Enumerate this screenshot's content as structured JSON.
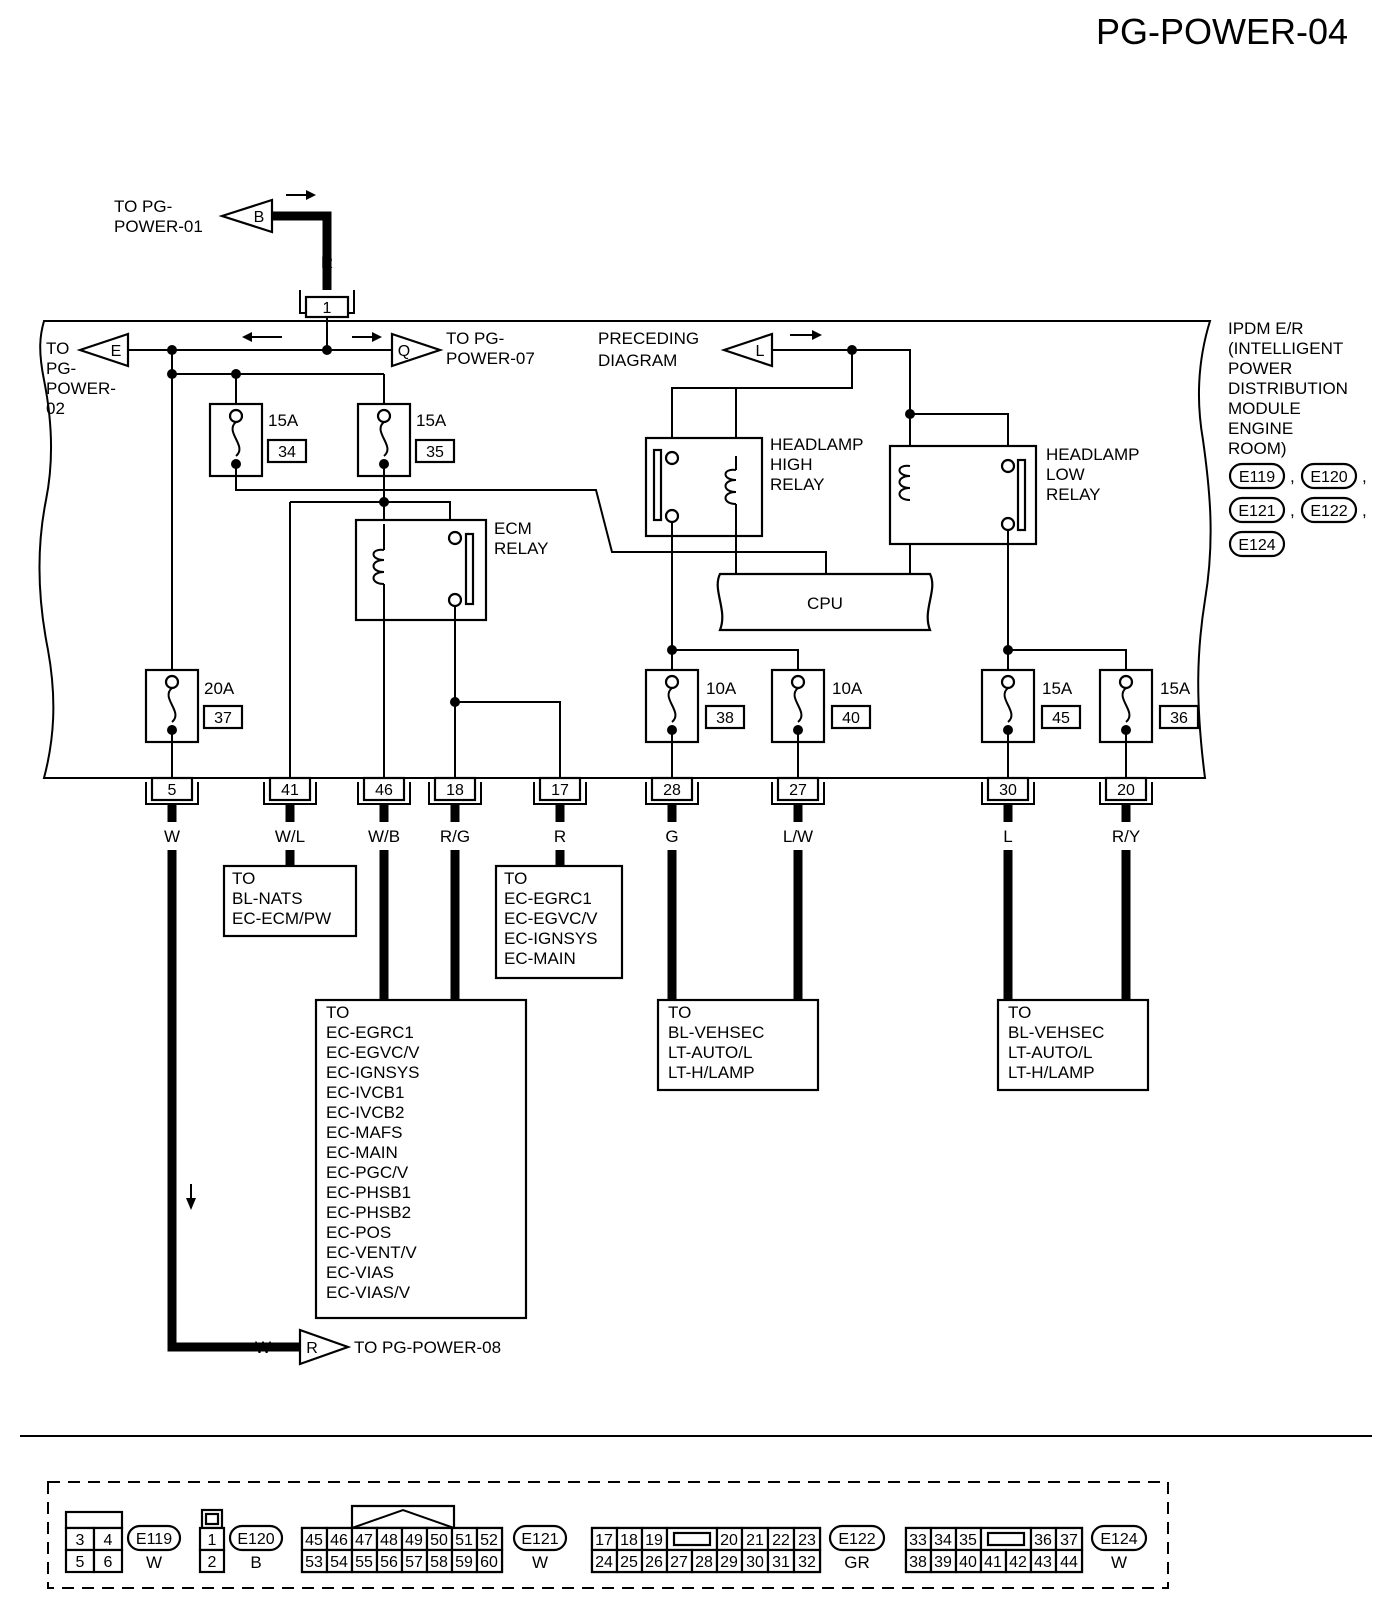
{
  "title": "PG-POWER-04",
  "module": {
    "label_lines": [
      "IPDM E/R",
      "(INTELLIGENT",
      "POWER",
      "DISTRIBUTION",
      "MODULE",
      "ENGINE",
      "ROOM)"
    ],
    "connectors": [
      "E119",
      "E120",
      "E121",
      "E122",
      "E124"
    ]
  },
  "offpage": {
    "B": {
      "letter": "B",
      "text_lines": [
        "TO PG-",
        "POWER-01"
      ]
    },
    "E": {
      "letter": "E",
      "text_lines": [
        "TO",
        "PG-",
        "POWER-",
        "02"
      ]
    },
    "Q": {
      "letter": "Q",
      "text_lines": [
        "TO PG-",
        "POWER-07"
      ]
    },
    "L": {
      "letter": "L",
      "text_lines": [
        "PRECEDING",
        "DIAGRAM"
      ]
    },
    "R": {
      "letter": "R",
      "text": "TO PG-POWER-08",
      "wire": "W"
    }
  },
  "top_wire": {
    "color": "R",
    "terminal": "1"
  },
  "fuses": [
    {
      "amp": "15A",
      "num": "34"
    },
    {
      "amp": "15A",
      "num": "35"
    },
    {
      "amp": "20A",
      "num": "37"
    },
    {
      "amp": "10A",
      "num": "38"
    },
    {
      "amp": "10A",
      "num": "40"
    },
    {
      "amp": "15A",
      "num": "45"
    },
    {
      "amp": "15A",
      "num": "36"
    }
  ],
  "relays": {
    "ecm": [
      "ECM",
      "RELAY"
    ],
    "high": [
      "HEADLAMP",
      "HIGH",
      "RELAY"
    ],
    "low": [
      "HEADLAMP",
      "LOW",
      "RELAY"
    ]
  },
  "cpu": "CPU",
  "terminals": [
    {
      "num": "5",
      "color": "W"
    },
    {
      "num": "41",
      "color": "W/L"
    },
    {
      "num": "46",
      "color": "W/B"
    },
    {
      "num": "18",
      "color": "R/G"
    },
    {
      "num": "17",
      "color": "R"
    },
    {
      "num": "28",
      "color": "G"
    },
    {
      "num": "27",
      "color": "L/W"
    },
    {
      "num": "30",
      "color": "L"
    },
    {
      "num": "20",
      "color": "R/Y"
    }
  ],
  "destinations": {
    "nats": [
      "TO",
      "BL-NATS",
      "EC-ECM/PW"
    ],
    "egrc": [
      "TO",
      "EC-EGRC1",
      "EC-EGVC/V",
      "EC-IGNSYS",
      "EC-MAIN"
    ],
    "big": [
      "TO",
      "EC-EGRC1",
      "EC-EGVC/V",
      "EC-IGNSYS",
      "EC-IVCB1",
      "EC-IVCB2",
      "EC-MAFS",
      "EC-MAIN",
      "EC-PGC/V",
      "EC-PHSB1",
      "EC-PHSB2",
      "EC-POS",
      "EC-VENT/V",
      "EC-VIAS",
      "EC-VIAS/V"
    ],
    "vehsec1": [
      "TO",
      "BL-VEHSEC",
      "LT-AUTO/L",
      "LT-H/LAMP"
    ],
    "vehsec2": [
      "TO",
      "BL-VEHSEC",
      "LT-AUTO/L",
      "LT-H/LAMP"
    ]
  },
  "connector_views": [
    {
      "id": "E119",
      "color": "W",
      "rows": [
        [
          "3",
          "4"
        ],
        [
          "5",
          "6"
        ]
      ]
    },
    {
      "id": "E120",
      "color": "B",
      "rows": [
        [
          "1"
        ],
        [
          "2"
        ]
      ]
    },
    {
      "id": "E121",
      "color": "W",
      "rows": [
        [
          "45",
          "46",
          "47",
          "48",
          "49",
          "50",
          "51",
          "52"
        ],
        [
          "53",
          "54",
          "55",
          "56",
          "57",
          "58",
          "59",
          "60"
        ]
      ]
    },
    {
      "id": "E122",
      "color": "GR",
      "rows": [
        [
          "17",
          "18",
          "19",
          "20",
          "21",
          "22",
          "23"
        ],
        [
          "24",
          "25",
          "26",
          "27",
          "28",
          "29",
          "30",
          "31",
          "32"
        ]
      ]
    },
    {
      "id": "E124",
      "color": "W",
      "rows": [
        [
          "33",
          "34",
          "35",
          "36",
          "37"
        ],
        [
          "38",
          "39",
          "40",
          "41",
          "42",
          "43",
          "44"
        ]
      ]
    }
  ]
}
